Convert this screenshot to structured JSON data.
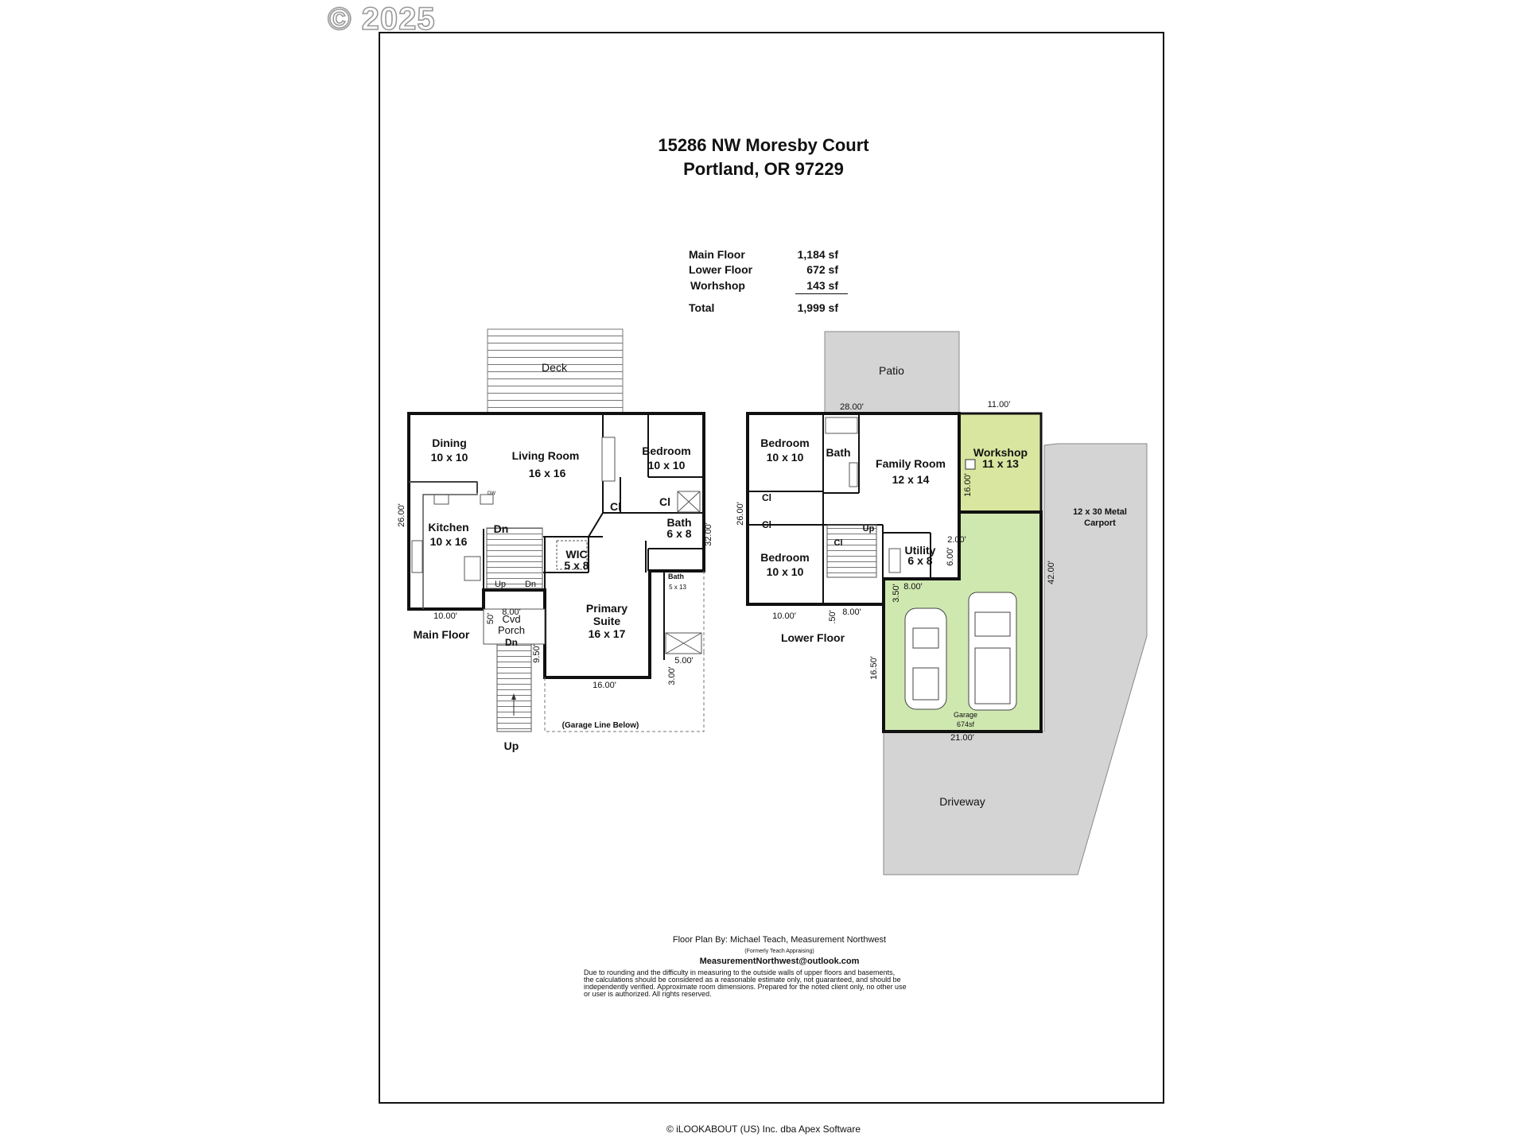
{
  "watermark": "© 2025",
  "title": {
    "line1": "15286 NW Moresby Court",
    "line2": "Portland, OR 97229"
  },
  "areas": [
    {
      "label": "Main Floor",
      "value": "1,184 sf"
    },
    {
      "label": "Lower Floor",
      "value": "672 sf"
    },
    {
      "label": "Worhshop",
      "value": "143 sf"
    }
  ],
  "total": {
    "label": "Total",
    "value": "1,999 sf"
  },
  "main_floor": {
    "name": "Main Floor",
    "deck": "Deck",
    "dining": {
      "name": "Dining",
      "size": "10 x 10"
    },
    "living": {
      "name": "Living Room",
      "size": "16 x 16"
    },
    "bedroom": {
      "name": "Bedroom",
      "size": "10 x 10"
    },
    "kitchen": {
      "name": "Kitchen",
      "size": "10 x 16"
    },
    "bath": {
      "name": "Bath",
      "size": "6 x 8"
    },
    "bath2": {
      "name": "Bath",
      "size": "5 x 13"
    },
    "wic": {
      "name": "WIC",
      "size": "5 x 8"
    },
    "suite": {
      "name": "Primary",
      "name2": "Suite",
      "size": "16 x 17"
    },
    "cl": "Cl",
    "dw": "DW",
    "dn": "Dn",
    "up": "Up",
    "porch": {
      "name": "Cvd",
      "name2": "Porch"
    },
    "garage_line": "(Garage Line Below)",
    "dims": {
      "d26": "26.00'",
      "d10": "10.00'",
      "d32": "32.00'",
      "d16": "16.00'",
      "d5": "5.00'",
      "d3": "3.00'",
      "d8": "8.00'",
      "d95": "9.50'",
      "d50": "50'"
    }
  },
  "lower_floor": {
    "name": "Lower Floor",
    "patio": "Patio",
    "bedroom1": {
      "name": "Bedroom",
      "size": "10 x 10"
    },
    "bedroom2": {
      "name": "Bedroom",
      "size": "10 x 10"
    },
    "bath": "Bath",
    "family": {
      "name": "Family Room",
      "size": "12 x 14"
    },
    "workshop": {
      "name": "Workshop",
      "size": "11 x 13"
    },
    "utility": {
      "name": "Utility",
      "size": "6 x 8"
    },
    "garage": {
      "name": "Garage",
      "size": "674sf"
    },
    "carport": {
      "line1": "12 x 30 Metal",
      "line2": "Carport"
    },
    "driveway": "Driveway",
    "cl": "Cl",
    "up": "Up",
    "dims": {
      "d28": "28.00'",
      "d11": "11.00'",
      "d26": "26.00'",
      "d10": "10.00'",
      "d50": ".50'",
      "d8": "8.00'",
      "d8b": "8.00'",
      "d16": "16.00'",
      "d2": "2.00'",
      "d6": "6.00'",
      "d35": "3.50'",
      "d42": "42.00'",
      "d165": "16.50'",
      "d21": "21.00'"
    }
  },
  "credits": {
    "by": "Floor Plan By: Michael Teach, Measurement Northwest",
    "formerly": "(Formerly Teach Appraising)",
    "email": "MeasurementNorthwest@outlook.com",
    "disclaimer1": "Due to rounding and the difficulty in measuring to the outside walls of upper floors and basements,",
    "disclaimer2": "the calculations should be considered as a reasonable estimate only, not guaranteed, and should be",
    "disclaimer3": "independently verified. Approximate room dimensions. Prepared for the noted client only, no other use",
    "disclaimer4": "or user is authorized. All rights reserved."
  },
  "footer": "© iLOOKABOUT (US) Inc. dba Apex Software"
}
